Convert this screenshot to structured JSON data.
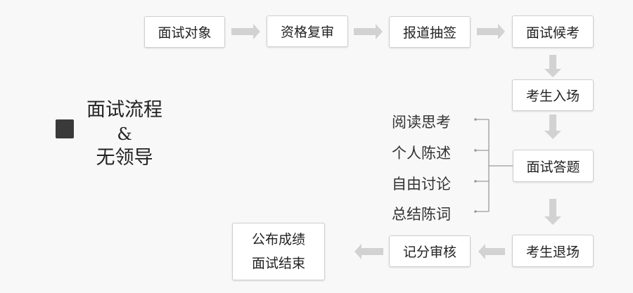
{
  "title": {
    "line1": "面试流程",
    "line2": "&",
    "line3": "无领导"
  },
  "flow": {
    "interview_target": "面试对象",
    "qualification_review": "资格复审",
    "check_in_draw": "报道抽签",
    "waiting": "面试候考",
    "enter_room": "考生入场",
    "answering": "面试答题",
    "exit_room": "考生退场",
    "scoring_review": "记分审核",
    "publish_results_line1": "公布成绩",
    "publish_results_line2": "面试结束"
  },
  "answer_steps": [
    "阅读思考",
    "个人陈述",
    "自由讨论",
    "总结陈词"
  ],
  "colors": {
    "arrow": "#d2d2d2",
    "bracket": "#9a9a9a",
    "box_border": "#cfcfcf",
    "marker": "#3a3a3a"
  }
}
